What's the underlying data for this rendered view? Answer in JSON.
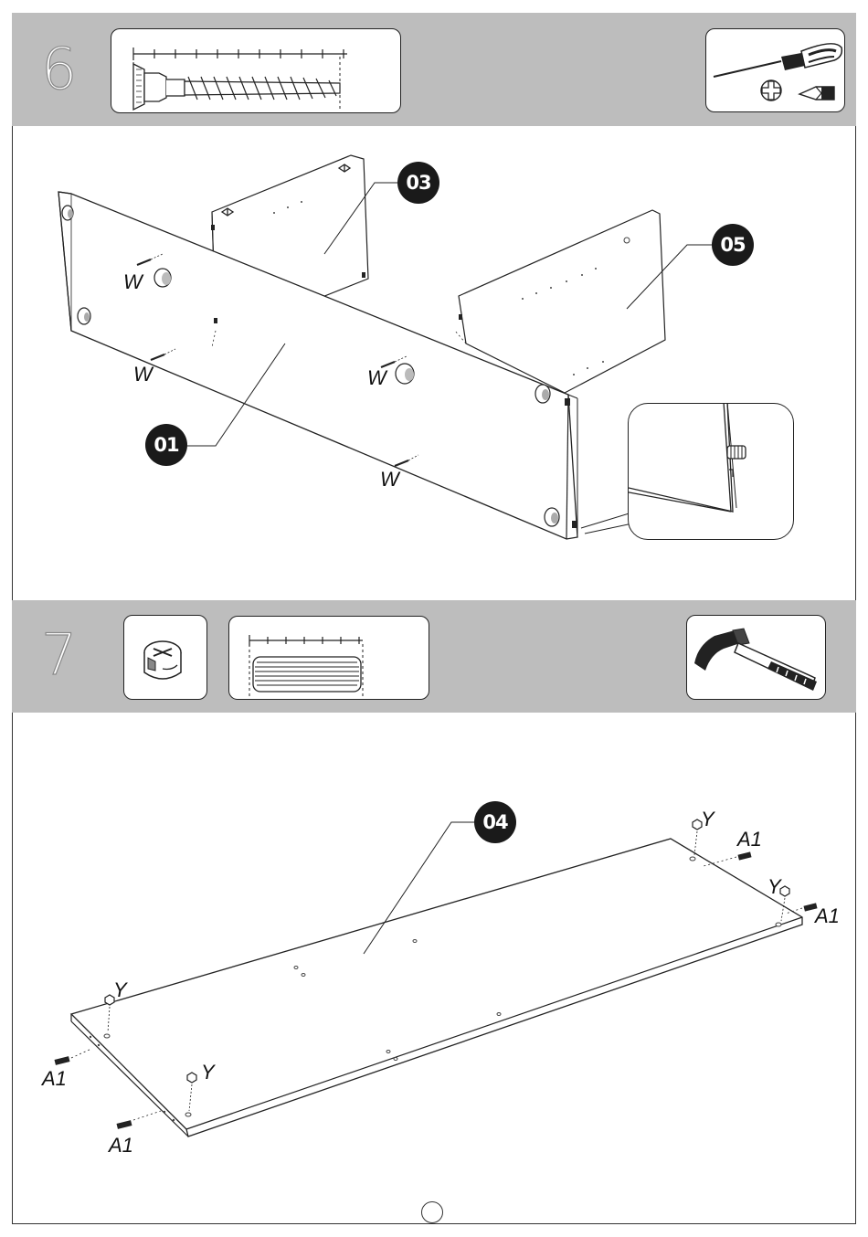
{
  "steps": [
    {
      "number": "6",
      "parts": [
        {
          "badge": "03"
        },
        {
          "badge": "05"
        },
        {
          "badge": "01"
        }
      ],
      "fastener_label": "W",
      "icons": [
        "cam-bolt-icon",
        "screwdriver-icon",
        "phillips-head-icon",
        "flat-head-icon"
      ]
    },
    {
      "number": "7",
      "parts": [
        {
          "badge": "04"
        }
      ],
      "cam_label": "Y",
      "dowel_label": "A1",
      "icons": [
        "cam-lock-icon",
        "wooden-dowel-icon",
        "hammer-icon"
      ]
    }
  ]
}
